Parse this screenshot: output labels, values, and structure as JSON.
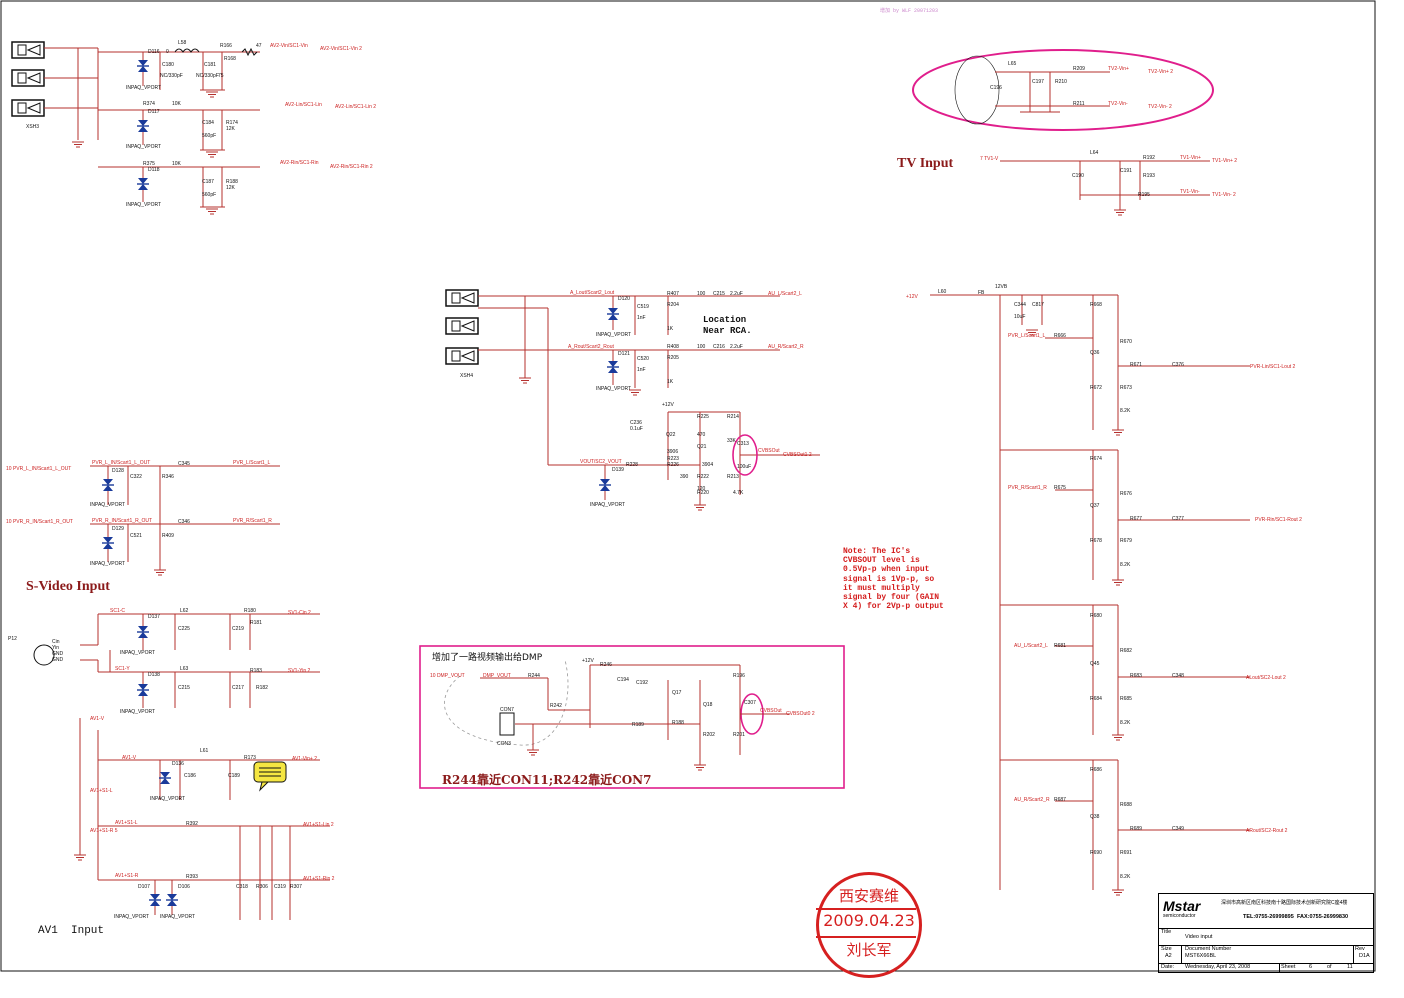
{
  "sections": {
    "tv_input": "TV Input",
    "svideo_input": "S-Video Input",
    "av1_input": "AV1  Input",
    "dmp_box_title": "增加了一路视频输出给DMP",
    "dmp_box_footer": "R244靠近CON11;R242靠近CON7",
    "location_note": "Location\nNear RCA.",
    "ic_note": "Note: The IC's\nCVBSOUT level is\n0.5Vp-p when input\nsignal is 1Vp-p, so\nit must multiply\nsignal by four (GAIN\nX 4) for 2Vp-p output",
    "top_annotation": "增加\nby WLF\n20071203"
  },
  "stamp": {
    "line1": "西安赛维",
    "line2": "2009.04.23",
    "line3": "刘长军"
  },
  "title_block": {
    "company": "Mstar",
    "company_sub": "semiconductor",
    "address": "深圳市高新区南区科技南十路国际技术创新研究院C座4楼",
    "tel": "TEL:0755-26999895",
    "fax": "FAX:0755-26999830",
    "title_label": "Title",
    "title_value": "Video input",
    "size_label": "Size",
    "size_value": "A2",
    "docnum_label": "Document Number",
    "docnum_value": "MST6X66BL",
    "rev_label": "Rev",
    "rev_value": "D1A",
    "date_label": "Date:",
    "date_value": "Wednesday, April 23, 2008",
    "sheet_label": "Sheet",
    "sheet_value": "6",
    "of_label": "of",
    "of_value": "11"
  },
  "colors": {
    "wire": "#b5302e",
    "component": "#111111",
    "diode": "#1a3a9a",
    "label_red": "#cc2222",
    "highlight": "#e01e8c",
    "section": "#8b1a1a",
    "stamp": "#d62020",
    "note_yellow": "#f5e642"
  },
  "labels": {
    "av2_vin": "AV2-Vin/SC1-Vin",
    "av2_vin_port": "AV2-Vin/SC1-Vin  2",
    "av2_lin": "AV2-Lin/SC1-Lin",
    "av2_lin_port": "AV2-Lin/SC1-Lin  2",
    "av2_rin": "AV2-Rin/SC1-Rin",
    "av2_rin_port": "AV2-Rin/SC1-Rin  2",
    "xsh3": "XSH3",
    "xsh4": "XSH4",
    "p12": "P12",
    "d116": "D116",
    "d117": "D117",
    "d118": "D118",
    "inpaq1": "INPAQ_VPORT",
    "inpaq2": "INPAQ_VPORT",
    "inpaq3": "INPAQ_VPORT",
    "l58": "L58",
    "r166": "R166",
    "r168": "R168",
    "c180": "C180",
    "c181": "C181",
    "nc330": "NC/330pF",
    "nc330b": "NC/330pF",
    "v75a": "75",
    "v47a": "47",
    "v0a": "0",
    "r374": "R374",
    "r375": "R375",
    "c184": "C184",
    "c187": "C187",
    "r174": "R174",
    "r188": "R188",
    "k10a": "10K",
    "k10b": "10K",
    "k12a": "12K",
    "k12b": "12K",
    "p560a": "560pF",
    "p560b": "560pF",
    "tv2_vinp": "TV2-Vin+  2",
    "tv2_vinn": "TV2-Vin-  2",
    "tv2_vinp_lbl": "TV2-Vin+",
    "tv2_vinn_lbl": "TV2-Vin-",
    "l65": "L65",
    "c196": "C196",
    "c197": "C197",
    "r210": "R210",
    "r209": "R209",
    "r211": "R211",
    "tv1_v": "7  TV1-V",
    "tv1_vlbl": "TV1-V",
    "tv1_vinp": "TV1-Vin+  2",
    "tv1_vinn": "TV1-Vin-  2",
    "tv1_vinp_lbl": "TV1-Vin+",
    "tv1_vinn_lbl": "TV1-Vin-",
    "l64": "L64",
    "c190": "C190",
    "c191": "C191",
    "r192": "R192",
    "r193": "R193",
    "r195": "R195",
    "a_lout": "A_Lout/Scart2_Lout",
    "a_rout": "A_Rout/Scart2_Rout",
    "d120": "D120",
    "d121": "D121",
    "c519": "C519",
    "c520": "C520",
    "r204": "R204",
    "r205": "R205",
    "r407": "R407",
    "r408": "R408",
    "c215": "C215",
    "c216": "C216",
    "uf22a": "2.2uF",
    "uf22b": "2.2uF",
    "au_lscart": "AU_L/Scart2_L",
    "au_rscart": "AU_R/Scart2_R",
    "nf1a": "1nF",
    "nf1b": "1nF",
    "k1a": "1K",
    "k1b": "1K",
    "v100a": "100",
    "v100b": "100",
    "inpaq4": "INPAQ_VPORT",
    "inpaq5": "INPAQ_VPORT",
    "p12v": "+12V",
    "c236": "C236",
    "uf01": "0.1uF",
    "r225": "R225",
    "r214": "R214",
    "q22": "Q22",
    "q21": "Q21",
    "s3906": "3906",
    "s3904": "3904",
    "r223": "R223",
    "r226": "R226",
    "r222": "R222",
    "r220": "R220",
    "r213": "R213",
    "c313": "C313",
    "uf100": "100uF",
    "cvbsout1": "CVBSOut1  2",
    "cvbsout_lbl": "CVBSOut",
    "k33": "33K",
    "k47": "4.7K",
    "v470": "470",
    "v390": "390",
    "v120": "120",
    "vout_sc2": "VOUT/SC2_VOUT",
    "r228": "R228",
    "d139": "D139",
    "inpaq6": "INPAQ_VPORT",
    "pvr_l_in": "10  PVR_L_IN/Scart1_L_OUT",
    "pvr_r_in": "10  PVR_R_IN/Scart1_R_OUT",
    "pvr_l_in2": "PVR_L_IN/Scart1_L_OUT",
    "pvr_r_in2": "PVR_R_IN/Scart1_R_OUT",
    "c345": "C345",
    "c346": "C346",
    "r346": "R346",
    "r409": "R409",
    "pvr_lscart": "PVR_L/Scart1_L",
    "pvr_rscart": "PVR_R/Scart1_R",
    "d128": "D128",
    "d129": "D129",
    "c322": "C322",
    "c521": "C521",
    "inpaq7": "INPAQ_VPORT",
    "inpaq8": "INPAQ_VPORT",
    "sc1_c": "SC1-C",
    "sc1_y": "SC1-Y",
    "sv1_cin": "SV1-Cin  2",
    "sv1_yin": "SV1-Yin  2",
    "l62": "L62",
    "l63": "L63",
    "c225": "C225",
    "c219": "C219",
    "c215b": "C215",
    "c217": "C217",
    "r180": "R180",
    "r181": "R181",
    "r183": "R183",
    "r182": "R182",
    "d137": "D137",
    "d138": "D138",
    "inpaq9": "INPAQ_VPORT",
    "inpaq10": "INPAQ_VPORT",
    "pin_cin": "Cin",
    "pin_yin": "Yin",
    "pin_gnd1": "GND",
    "pin_gnd2": "GND",
    "av1_v": "AV1-V",
    "av1_vin": "AV1-Vin+  2",
    "l61": "L61",
    "c186": "C186",
    "c189": "C189",
    "r173": "R173",
    "d136": "D136",
    "inpaq11": "INPAQ_VPORT",
    "av1_s1l": "AV1+S1-L",
    "av1_s1r5": "AV1+S1-R 5",
    "av1_s1r": "AV1+S1-R",
    "av1_s1lin": "AV1+S1-Lin  2",
    "av1_s1rin": "AV1+S1-Rin  2",
    "r392": "R392",
    "r393": "R393",
    "c318": "C318",
    "r306": "R306",
    "c319": "C319",
    "r307": "R307",
    "d107": "D107",
    "d106": "D106",
    "inpaq12": "INPAQ_VPORT",
    "inpaq13": "INPAQ_VPORT",
    "dmp_vout": "10  DMP_VOUT",
    "dmp_vout2": "DMP_VOUT",
    "r244": "R244",
    "r242": "R242",
    "con7": "CON7",
    "con3": "CON3",
    "r246": "R246",
    "c194": "C194",
    "c192": "C192",
    "r196": "R196",
    "q17": "Q17",
    "q18": "Q18",
    "r189": "R189",
    "r188b": "R188",
    "r202": "R202",
    "r201": "R201",
    "c307": "C307",
    "cvbsout0": "CVBSOut0  2",
    "p12v_b": "+12V",
    "l60": "L60",
    "fb": "FB",
    "v12b": "12VB",
    "c344": "C344",
    "c817": "C817",
    "uf10": "10uF",
    "r668": "R668",
    "pvr_lscart1_l": "PVR_L/Scart1_L",
    "r666": "R666",
    "q36": "Q36",
    "r670": "R670",
    "r671": "R671",
    "r672": "R672",
    "r673": "R673",
    "c376": "C376",
    "pvr_lin_out": "PVR-Lin/SC1-Lout  2",
    "r674": "R674",
    "pvr_rscart1_r": "PVR_R/Scart1_R",
    "r675": "R675",
    "q37": "Q37",
    "r676": "R676",
    "r677": "R677",
    "r678": "R678",
    "r679": "R679",
    "c377": "C377",
    "pvr_rin_out": "PVR-Rin/SC1-Rout  2",
    "r680": "R680",
    "au_lscart2_l": "AU_L/Scart2_L",
    "r681": "R681",
    "q45": "Q45",
    "r682": "R682",
    "r683": "R683",
    "r684": "R684",
    "r685": "R685",
    "c348": "C348",
    "alout_sc2": "ALout/SC2-Lout  2",
    "r686": "R686",
    "au_rscart2_r": "AU_R/Scart2_R",
    "r687": "R687",
    "q38": "Q38",
    "r688": "R688",
    "r689": "R689",
    "r690": "R690",
    "r691": "R691",
    "c349": "C349",
    "arout_sc2": "ARout/SC2-Rout  2",
    "k82": "8.2K"
  }
}
